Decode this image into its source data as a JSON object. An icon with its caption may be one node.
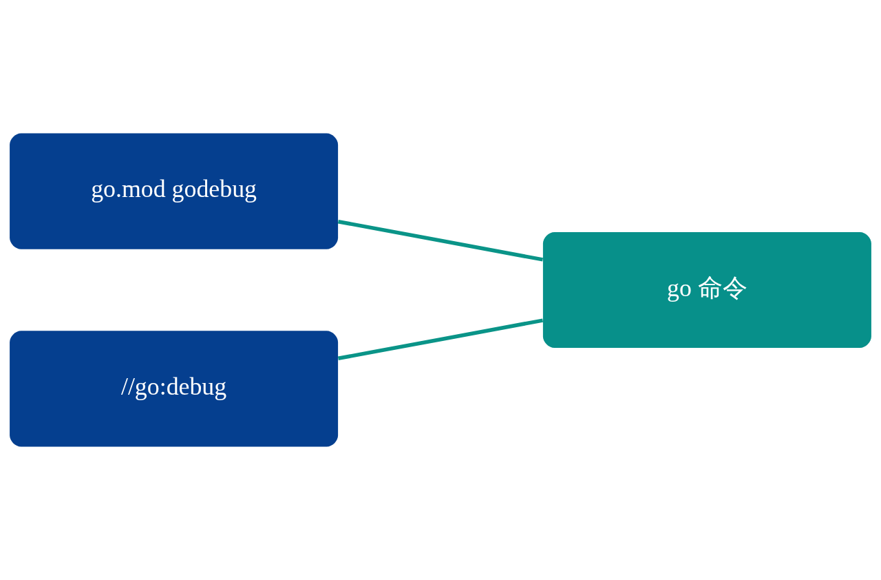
{
  "diagram": {
    "nodes": [
      {
        "text": [
          "go.mod godebug"
        ]
      },
      {
        "text": [
          "//go:debug"
        ]
      },
      {
        "text": [
          "go 命令"
        ]
      }
    ],
    "edges": [
      {
        "from": 0,
        "to": 2,
        "arrow": "none"
      },
      {
        "from": 1,
        "to": 2,
        "arrow": "none"
      }
    ]
  }
}
